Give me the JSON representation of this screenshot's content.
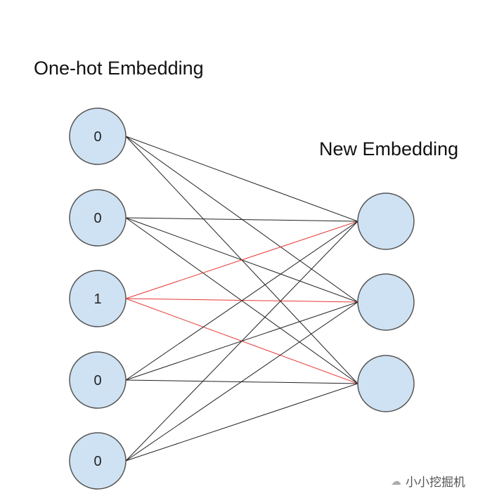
{
  "input_layer": {
    "title": "One-hot Embedding",
    "values": [
      "0",
      "0",
      "1",
      "0",
      "0"
    ],
    "active_index": 2
  },
  "output_layer": {
    "title": "New Embedding",
    "count": 3
  },
  "colors": {
    "node_fill": "#cfe2f3",
    "node_stroke": "#555555",
    "edge": "#222222",
    "active_edge": "#e53935"
  },
  "watermark": {
    "icon": "wechat-icon",
    "text": "小小挖掘机"
  }
}
